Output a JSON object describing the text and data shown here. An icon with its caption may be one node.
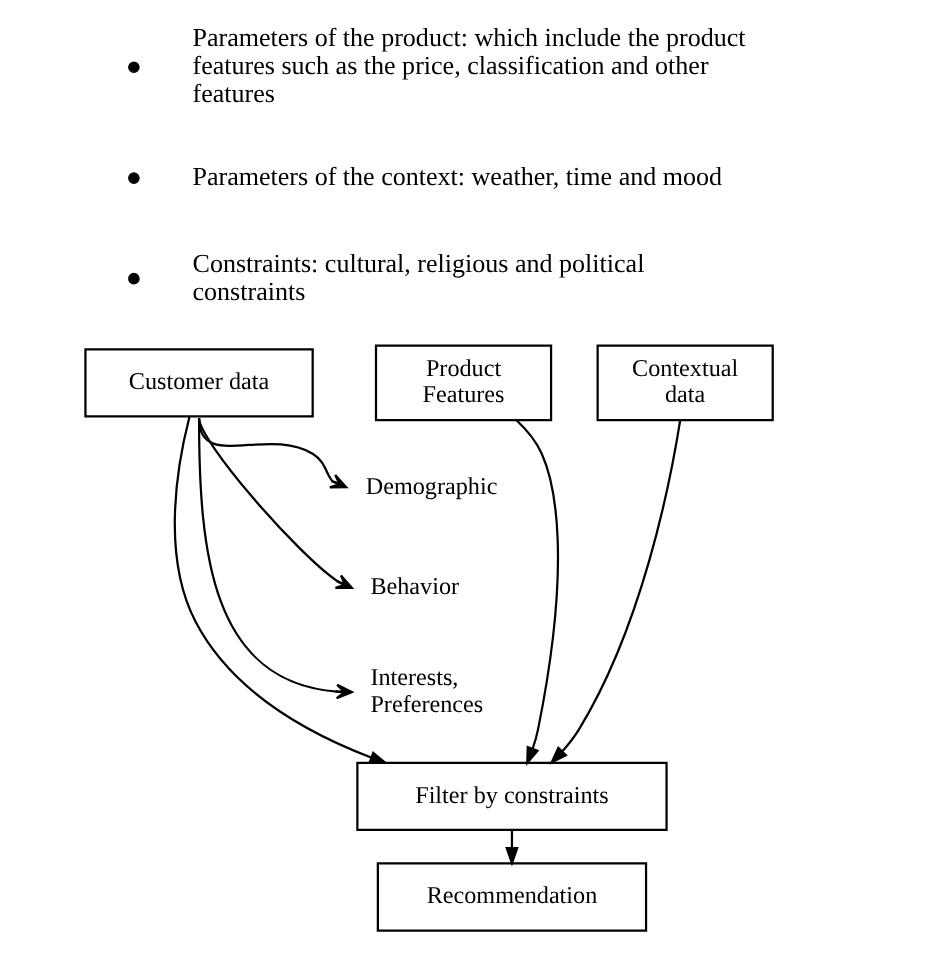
{
  "diagram": {
    "nodes": [
      {
        "text": [
          "Customer data"
        ]
      },
      {
        "text": [
          "Product Features"
        ]
      },
      {
        "text": [
          "Contextual data"
        ]
      },
      {
        "text": [
          "Demographic"
        ]
      },
      {
        "text": [
          "Behavior"
        ]
      },
      {
        "text": [
          "Interests, Preferences"
        ]
      },
      {
        "text": [
          "Filter by constraints"
        ]
      },
      {
        "text": [
          "Recommendation"
        ]
      }
    ],
    "edges": [
      {
        "from": 0,
        "to": 3,
        "arrow": "to"
      },
      {
        "from": 0,
        "to": 4,
        "arrow": "to"
      },
      {
        "from": 0,
        "to": 5,
        "arrow": "to"
      },
      {
        "from": 0,
        "to": 6,
        "arrow": "to"
      },
      {
        "from": 1,
        "to": 6,
        "arrow": "to"
      },
      {
        "from": 2,
        "to": 6,
        "arrow": "to"
      },
      {
        "from": 6,
        "to": 7,
        "arrow": "to"
      }
    ],
    "labels": [
      "Parameters of the product: which include the product features such as the price, classification and other features",
      "Parameters of the context: weather, time and mood",
      "Constraints: cultural, religious and political constraints"
    ]
  }
}
